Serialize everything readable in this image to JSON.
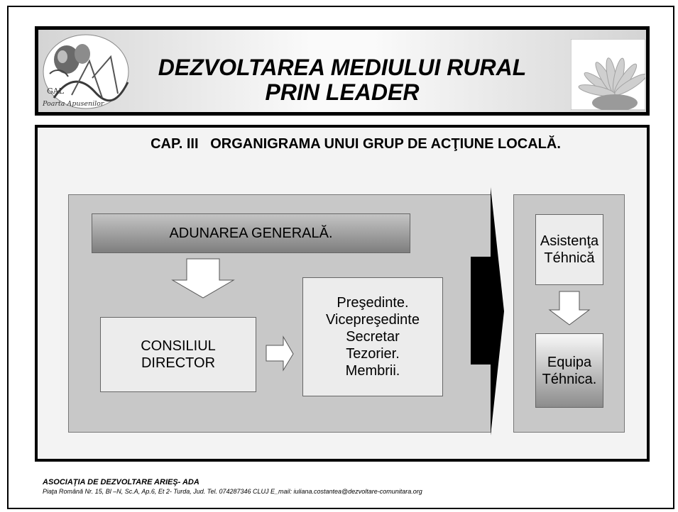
{
  "banner": {
    "title_line1": "DEZVOLTAREA MEDIULUI RURAL",
    "title_line2": "PRIN    LEADER",
    "logo_text_line1": "GAL",
    "logo_text_line2": "Poarta Apusenilor"
  },
  "chapter": {
    "title": "CAP. III   ORGANIGRAMA UNUI GRUP DE ACŢIUNE LOCALĂ."
  },
  "org": {
    "adunarea": "ADUNAREA GENERALĂ.",
    "consiliul_line1": "CONSILIUL",
    "consiliul_line2": "DIRECTOR",
    "officers": [
      "Preşedinte.",
      "Vicepreşedinte",
      "Secretar",
      "Tezorier.",
      "Membrii."
    ]
  },
  "side": {
    "asistenta_line1": "Asistenţa",
    "asistenta_line2": "Téhnică",
    "equipa_line1": "Equipa",
    "equipa_line2": "Téhnica."
  },
  "footer": {
    "org_name": "ASOCIAŢIA  DE  DEZVOLTARE  ARIEŞ- ADA",
    "address": "Piaţa Română Nr. 15, Bl –N, Sc.A, Ap.6, Et 2- Turda, Jud. Tel. 074287346  CLUJ E_mail: iuliana.costantea@dezvoltare-comunitara.org"
  }
}
